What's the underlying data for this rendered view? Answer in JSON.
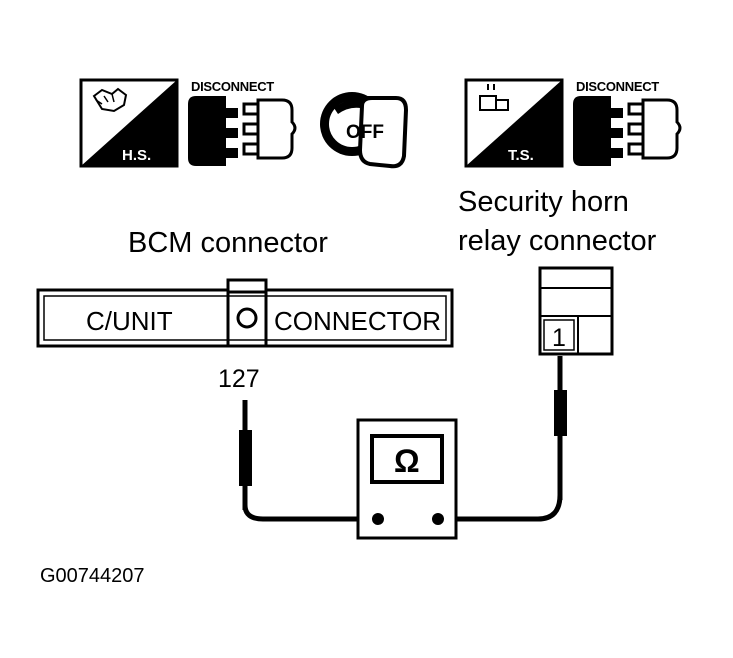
{
  "icons": {
    "hand_switch_badge": "H.S.",
    "ignition_switch_badge": "T.S.",
    "disconnect_label_1": "DISCONNECT",
    "disconnect_label_2": "DISCONNECT",
    "ignition_key_label": "OFF"
  },
  "labels": {
    "bcm_connector": "BCM connector",
    "security_horn_line1": "Security horn",
    "security_horn_line2": "relay connector"
  },
  "bcm_connector_box": {
    "left_text": "C/UNIT",
    "right_text": "CONNECTOR",
    "terminal": "127"
  },
  "relay_connector": {
    "terminal": "1"
  },
  "ohmmeter": {
    "symbol": "Ω"
  },
  "figure_code": "G00744207",
  "colors": {
    "ink": "#000000",
    "paper": "#ffffff"
  }
}
